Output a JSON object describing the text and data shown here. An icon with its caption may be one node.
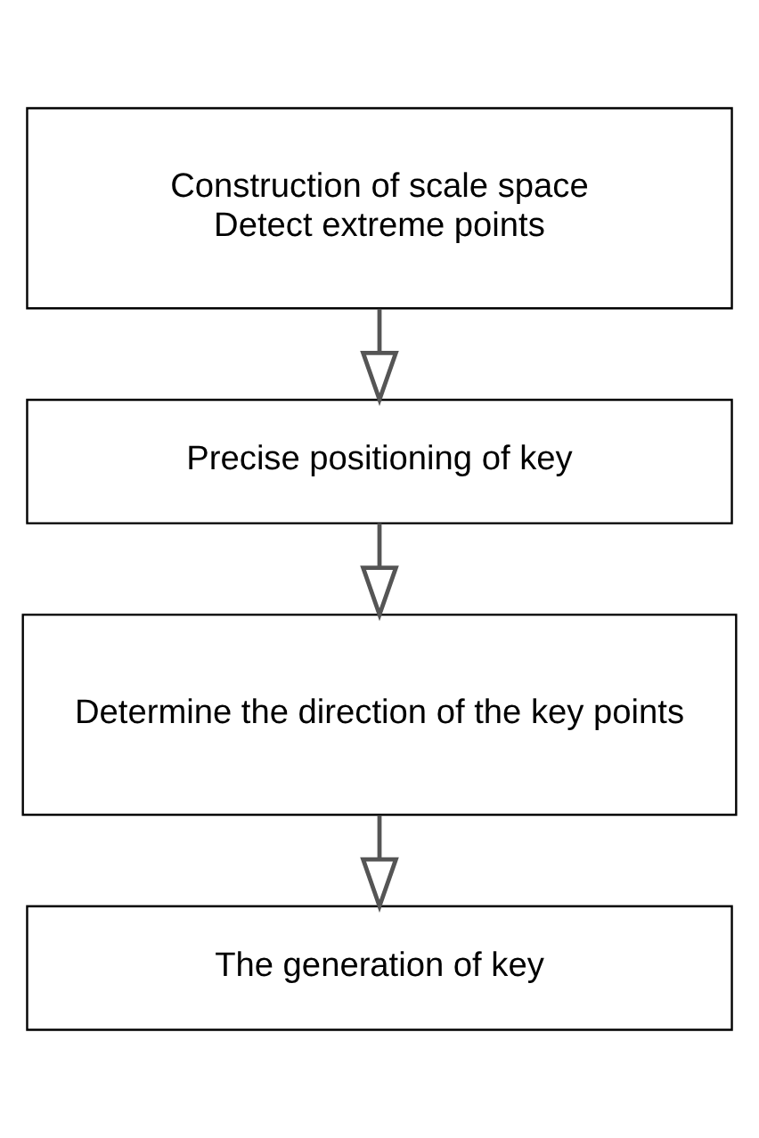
{
  "diagram": {
    "nodes": [
      {
        "text": [
          "Construction of scale space",
          "Detect extreme points"
        ]
      },
      {
        "text": [
          "Precise positioning of key"
        ]
      },
      {
        "text": [
          "Determine the direction of the key points"
        ]
      },
      {
        "text": [
          "The generation of key"
        ]
      }
    ],
    "edges": [
      {
        "from": 0,
        "to": 1,
        "arrow": "to"
      },
      {
        "from": 1,
        "to": 2,
        "arrow": "to"
      },
      {
        "from": 2,
        "to": 3,
        "arrow": "to"
      }
    ]
  }
}
